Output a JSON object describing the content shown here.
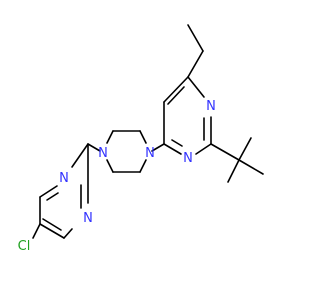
{
  "colors": {
    "bond": "#000000",
    "nitrogen": "#3333ff",
    "chlorine": "#1fa01f",
    "background": "#ffffff"
  },
  "atom_labels": {
    "n_piperazine_right": "N",
    "n_piperazine_left": "N",
    "n_pyrimidine_upper": "N",
    "n_pyrimidine_lower": "N",
    "n_chloropyrimidine_upper": "N",
    "n_chloropyrimidine_lower": "N",
    "chlorine": "Cl"
  }
}
